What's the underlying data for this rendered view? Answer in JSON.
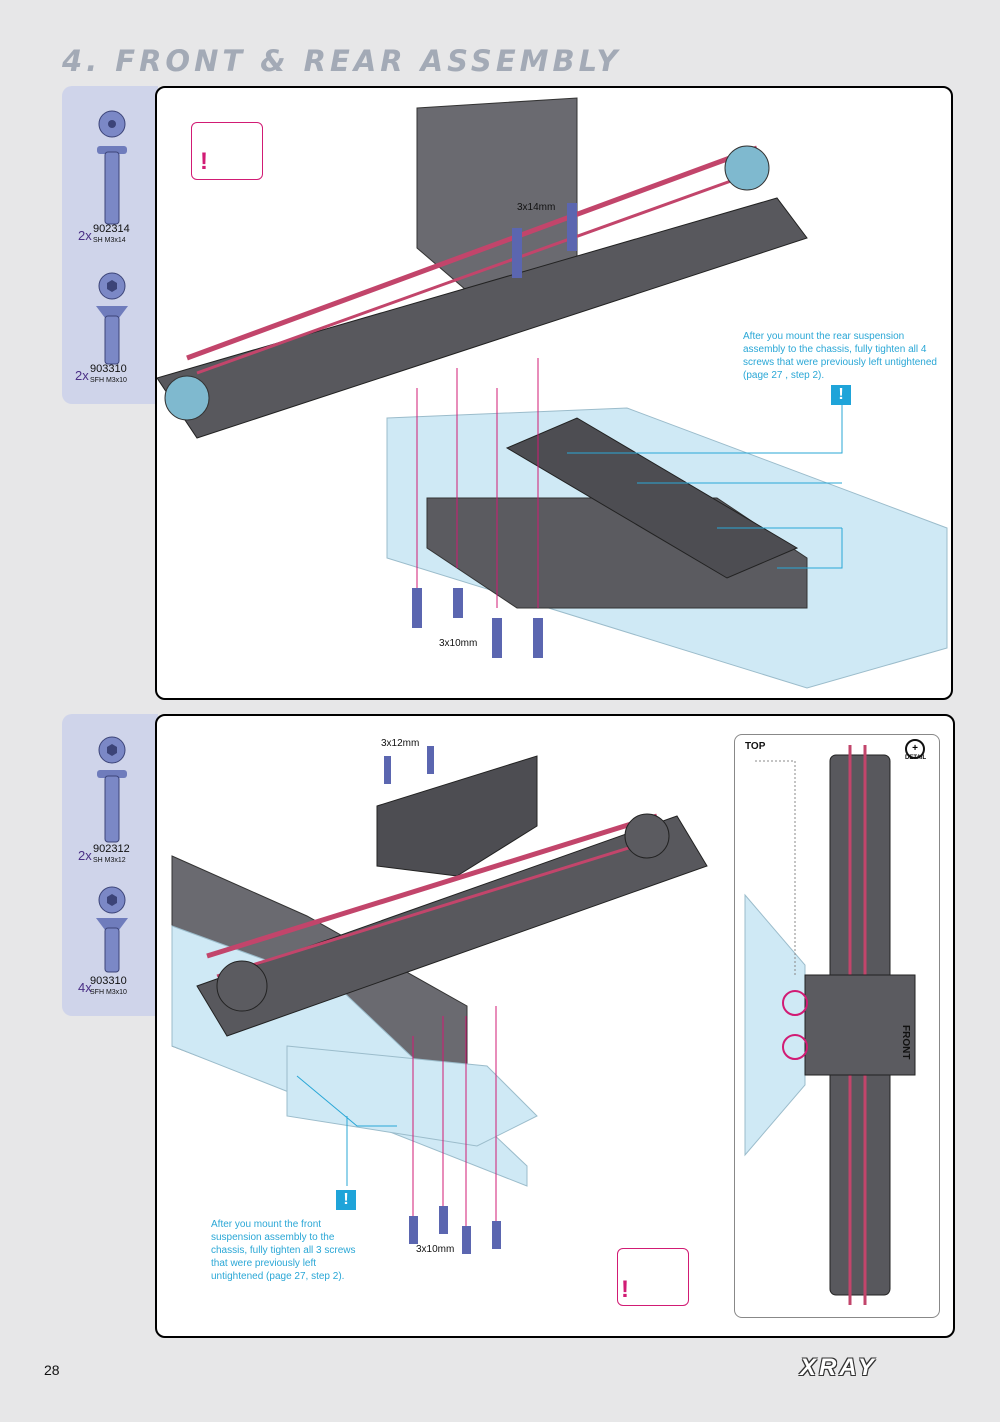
{
  "page": {
    "title": "4. FRONT & REAR ASSEMBLY",
    "page_number": "28",
    "brand": "XRAY"
  },
  "step1": {
    "parts": [
      {
        "qty": "2x",
        "code": "902314",
        "desc": "SH M3x14",
        "icon": "button-head-screw-icon"
      },
      {
        "qty": "2x",
        "code": "903310",
        "desc": "SFH M3x10",
        "icon": "flat-head-screw-icon"
      }
    ],
    "labels": {
      "screw_top": "3x14mm",
      "screw_bottom": "3x10mm"
    },
    "note": "After you mount the rear suspension assembly to the chassis, fully tighten all 4 screws that were previously left untightened (page 27 , step 2)."
  },
  "step2": {
    "parts": [
      {
        "qty": "2x",
        "code": "902312",
        "desc": "SH M3x12",
        "icon": "button-head-screw-icon"
      },
      {
        "qty": "4x",
        "code": "903310",
        "desc": "SFH M3x10",
        "icon": "flat-head-screw-icon"
      }
    ],
    "labels": {
      "screw_top": "3x12mm",
      "screw_bottom": "3x10mm",
      "top": "TOP",
      "front": "FRONT",
      "detail": "DETAIL"
    },
    "note": "After you mount the front suspension assembly to the chassis, fully tighten all 3 screws that were previously left untightened (page 27, step 2)."
  },
  "colors": {
    "accent": "#d11b74",
    "note": "#2aa7d6",
    "chassis": "#bfe3f2",
    "dark_part": "#4a4a4e",
    "rod": "#c2456b"
  }
}
